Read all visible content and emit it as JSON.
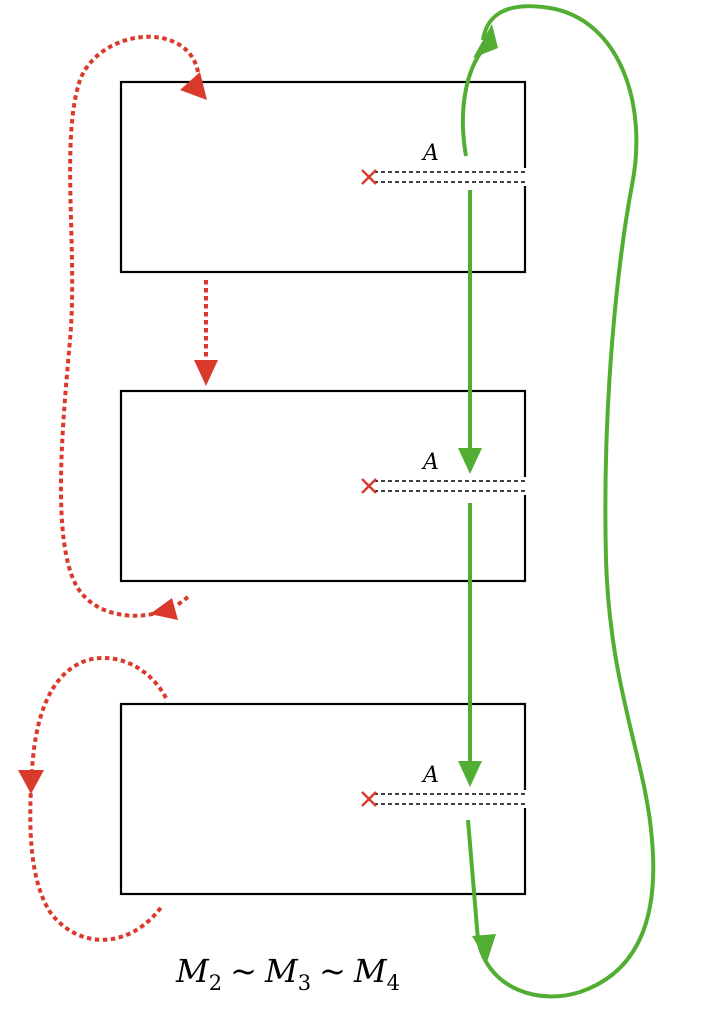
{
  "sheets": [
    {
      "cut_label": "A"
    },
    {
      "cut_label": "A"
    },
    {
      "cut_label": "A"
    }
  ],
  "formula": {
    "symbol": "M",
    "subscripts": [
      "2",
      "3",
      "4"
    ],
    "relation": "~"
  },
  "colors": {
    "red_path": "#d93a2b",
    "green_path": "#52ae32",
    "sheet_outline": "#000000"
  }
}
